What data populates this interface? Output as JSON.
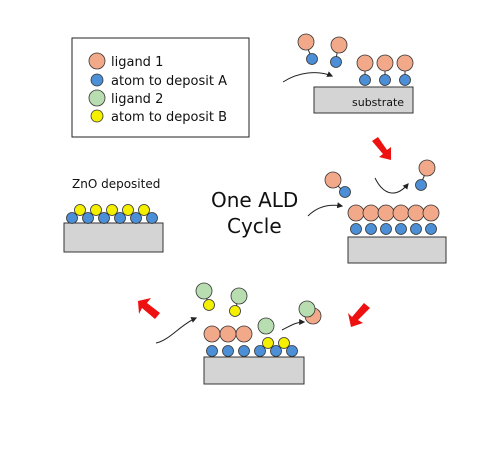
{
  "legend": {
    "items": [
      {
        "key": "ligand1",
        "label": "ligand 1",
        "color": "#f2a98a"
      },
      {
        "key": "atomA",
        "label": "atom to deposit A",
        "color": "#4c8fd6"
      },
      {
        "key": "ligand2",
        "label": "ligand 2",
        "color": "#b8ddb0"
      },
      {
        "key": "atomB",
        "label": "atom to deposit B",
        "color": "#f5f000"
      }
    ]
  },
  "labels": {
    "substrate": "substrate",
    "zno": "ZnO deposited",
    "cycle_line1": "One ALD",
    "cycle_line2": "Cycle"
  },
  "colors": {
    "substrate_fill": "#d4d4d4",
    "arrow_red": "#ee1111",
    "stroke": "#222222"
  }
}
